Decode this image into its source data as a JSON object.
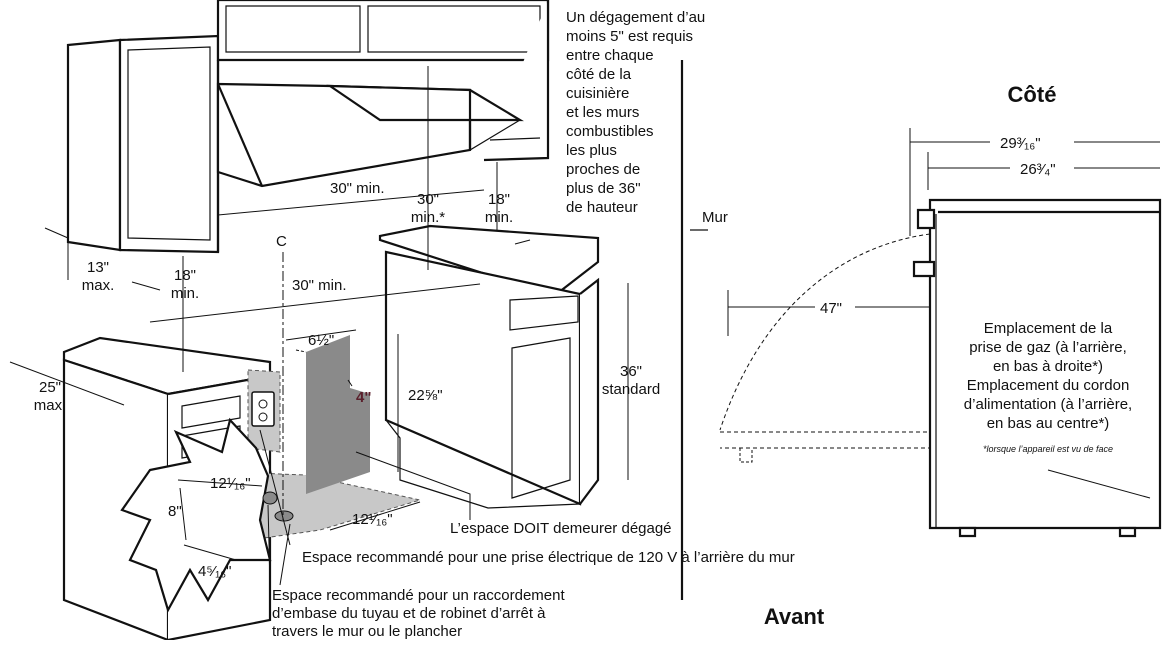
{
  "labels": {
    "clearance_note": [
      "Un dégagement d’au",
      "moins 5\" est requis",
      "entre chaque",
      "côté de la",
      "cuisinière",
      "et les murs",
      "combustibles",
      "les plus",
      "proches de",
      "plus de 36\"",
      "de hauteur"
    ],
    "wall": "Mur",
    "side_title": "Côté",
    "front_title": "Avant",
    "dim_30_min_hood": "30\" min.",
    "dim_30_min_vertical": [
      "30\"",
      "min.*"
    ],
    "dim_18_min_right": [
      "18\"",
      "min."
    ],
    "dim_13_max": [
      "13\"",
      "max."
    ],
    "dim_18_min_left": [
      "18\"",
      "min."
    ],
    "centerline": "C",
    "dim_30_min_counter": "30\" min.",
    "dim_25_max": [
      "25\"",
      "max."
    ],
    "dim_6_half": "6½\"",
    "dim_22_5_8": "22⅝\"",
    "dim_4": "4\"",
    "dim_36_standard": [
      "36\"",
      "standard"
    ],
    "dim_12_1_16_left": "12¹⁄₁₆\"",
    "dim_12_1_16_right": "12¹⁄₁₆\"",
    "dim_8": "8\"",
    "dim_4_5_16": "4⁵⁄₁₆\"",
    "must_be_clear": "L’espace DOIT demeurer dégagé",
    "electric_note": "Espace recommandé pour une prise électrique de 120 V à l’arrière du mur",
    "pipe_note": [
      "Espace recommandé pour un raccordement",
      "d’embase du tuyau et de robinet d’arrêt à",
      "travers le mur ou le plancher"
    ],
    "side_dim_29": "29³⁄₁₆\"",
    "side_dim_26": "26³⁄₄\"",
    "side_dim_47": "47\"",
    "gas_note": [
      "Emplacement de la",
      "prise de gaz (à l’arrière,",
      "en bas à droite*)",
      "Emplacement du cordon",
      "d’alimentation (à l’arrière,",
      "en bas au centre*)"
    ],
    "front_view_note": "*lorsque l’appareil est vu de face"
  },
  "colors": {
    "shade_light": "#c8c8c8",
    "shade_dark": "#8a8a8a",
    "accent_dim": "#5a1f2b"
  }
}
